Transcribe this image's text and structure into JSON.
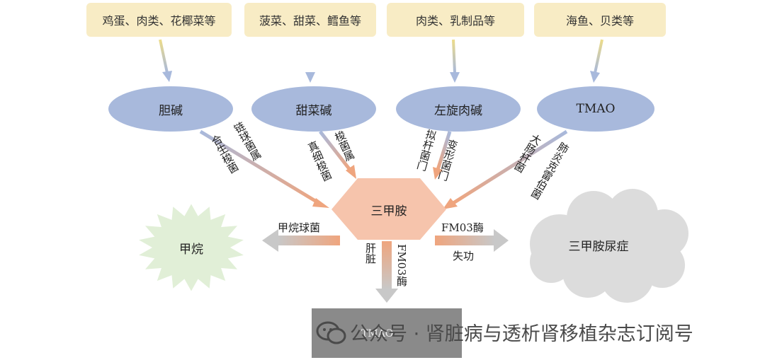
{
  "foods": [
    {
      "label": "鸡蛋、肉类、花椰菜等"
    },
    {
      "label": "菠菜、甜菜、鳕鱼等"
    },
    {
      "label": "肉类、乳制品等"
    },
    {
      "label": "海鱼、贝类等"
    }
  ],
  "nutrients": [
    {
      "label": "胆碱"
    },
    {
      "label": "甜菜碱"
    },
    {
      "label": "左旋肉碱"
    },
    {
      "label": "TMAO"
    }
  ],
  "bacteria": {
    "b1": "链球菌属",
    "b2": "合生梭菌",
    "b3": "梭菌属",
    "b4": "真细梭菌",
    "b5": "拟杆菌门",
    "b6": "变形菌门",
    "b7": "大肠杆菌",
    "b8": "肺炎克雷伯菌"
  },
  "center": "三甲胺",
  "methane": {
    "label": "甲烷",
    "via": "甲烷球菌"
  },
  "tmau": {
    "label": "三甲胺尿症",
    "via_top": "FM03酶",
    "via_bottom": "失功"
  },
  "liver": {
    "organ": "肝脏",
    "enzyme": "FM03酶",
    "product": "TMAO"
  },
  "watermark": {
    "text": "公众号 · 肾脏病与透析肾移植杂志订阅号"
  },
  "colors": {
    "food_fill": "#f8ecc5",
    "nutrient_fill": "#a8b9dc",
    "center_fill": "#f6c4ac",
    "arrow_orange": "#efa57e",
    "arrow_blue": "#a8b9dc",
    "cloud_fill": "#dcdcdc",
    "methane_fill": "#e1efd7"
  }
}
